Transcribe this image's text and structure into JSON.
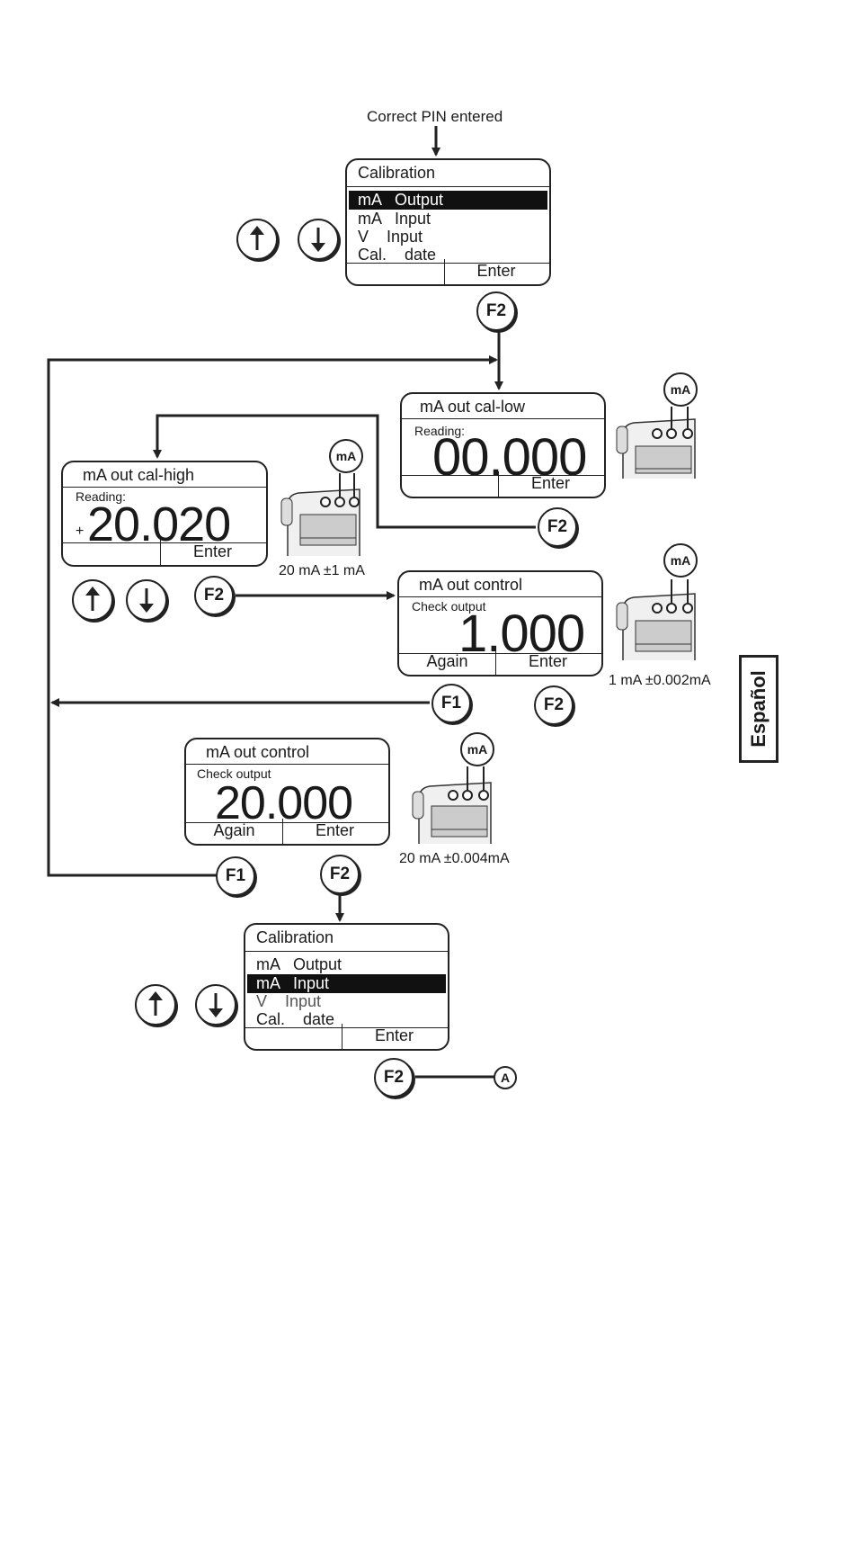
{
  "header_label": "Correct PIN entered",
  "calibration_menu_1": {
    "title": "Calibration",
    "items": [
      "mA   Output",
      "mA   Input",
      "V    Input",
      "Cal.    date"
    ],
    "selected_index": 0,
    "enter_label": "Enter"
  },
  "cal_low": {
    "title": "mA out cal-low",
    "sub": "Reading:",
    "value": "00.000",
    "enter_label": "Enter"
  },
  "cal_high": {
    "title": "mA out cal-high",
    "sub": "Reading:",
    "sign": "+",
    "value": "20.020",
    "enter_label": "Enter"
  },
  "control_1": {
    "title": "mA out control",
    "sub": "Check output",
    "value": "1.000",
    "again_label": "Again",
    "enter_label": "Enter"
  },
  "control_2": {
    "title": "mA out control",
    "sub": "Check output",
    "value": "20.000",
    "again_label": "Again",
    "enter_label": "Enter"
  },
  "calibration_menu_2": {
    "title": "Calibration",
    "items": [
      "mA   Output",
      "mA   Input",
      "V    Input",
      "Cal.    date"
    ],
    "selected_index": 1,
    "enter_label": "Enter"
  },
  "keys": {
    "f1": "F1",
    "f2": "F2"
  },
  "ma_label": "mA",
  "captions": {
    "high_tol": "20 mA ±1 mA",
    "low_tol": "1 mA ±0.002mA",
    "ctrl_tol": "20 mA ±0.004mA"
  },
  "connector_label": "A",
  "side_tab": "Español"
}
